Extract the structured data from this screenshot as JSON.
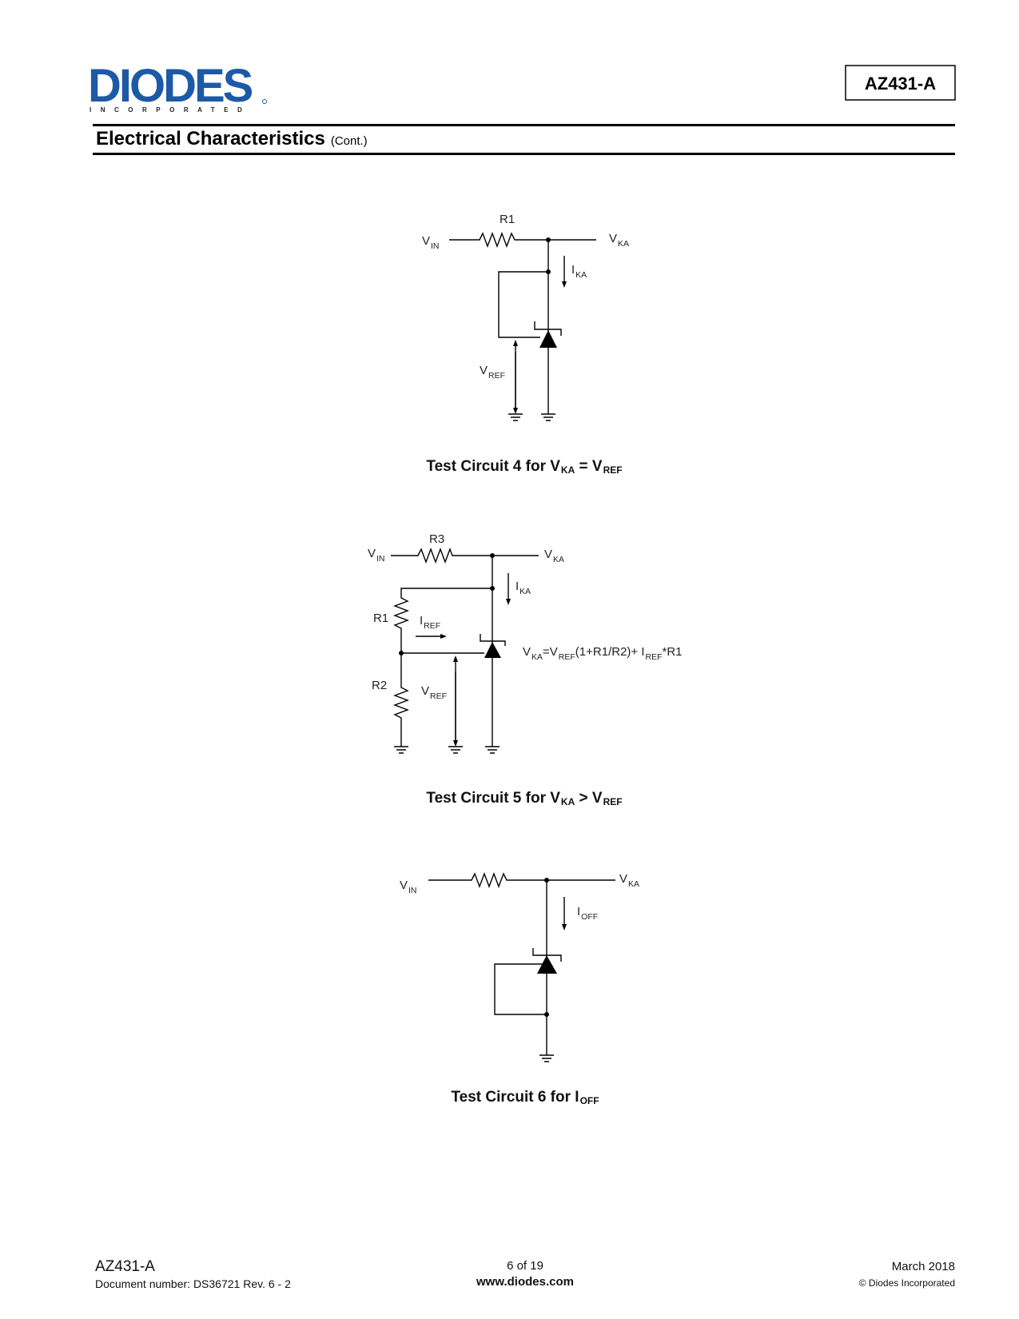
{
  "header": {
    "logo_text": "DIODES",
    "logo_subtext": "INCORPORATED",
    "part_number": "AZ431-A",
    "section_title": "Electrical Characteristics",
    "section_suffix": "(Cont.)"
  },
  "colors": {
    "logo_blue": "#1d5aa6",
    "text": "#000000"
  },
  "circuit4": {
    "resistor": "R1",
    "vin": "V",
    "vin_sub": "IN",
    "vka": "V",
    "vka_sub": "KA",
    "ika": "I",
    "ika_sub": "KA",
    "vref": "V",
    "vref_sub": "REF",
    "caption_main": "Test Circuit 4 for V",
    "caption_sub1": "KA",
    "caption_mid": " = V",
    "caption_sub2": "REF"
  },
  "circuit5": {
    "r3": "R3",
    "r1": "R1",
    "r2": "R2",
    "vin": "V",
    "vin_sub": "IN",
    "vka": "V",
    "vka_sub": "KA",
    "ika": "I",
    "ika_sub": "KA",
    "iref": "I",
    "iref_sub": "REF",
    "vref": "V",
    "vref_sub": "REF",
    "formula": {
      "p1": "V",
      "s1": "KA",
      "p2": "=V",
      "s2": "REF",
      "p3": "(1+R1/R2)+ I",
      "s3": "REF",
      "p4": "*R1"
    },
    "caption_main": "Test Circuit 5 for V",
    "caption_sub1": "KA",
    "caption_mid": " > V",
    "caption_sub2": "REF"
  },
  "circuit6": {
    "vin": "V",
    "vin_sub": "IN",
    "vka": "V",
    "vka_sub": "KA",
    "ioff": "I",
    "ioff_sub": "OFF",
    "caption_main": "Test Circuit 6 for I",
    "caption_sub1": "OFF"
  },
  "footer": {
    "part": "AZ431-A",
    "doc_number": "Document number: DS36721  Rev. 6 - 2",
    "page": "6 of 19",
    "website": "www.diodes.com",
    "date": "March 2018",
    "copyright": "© Diodes Incorporated"
  }
}
